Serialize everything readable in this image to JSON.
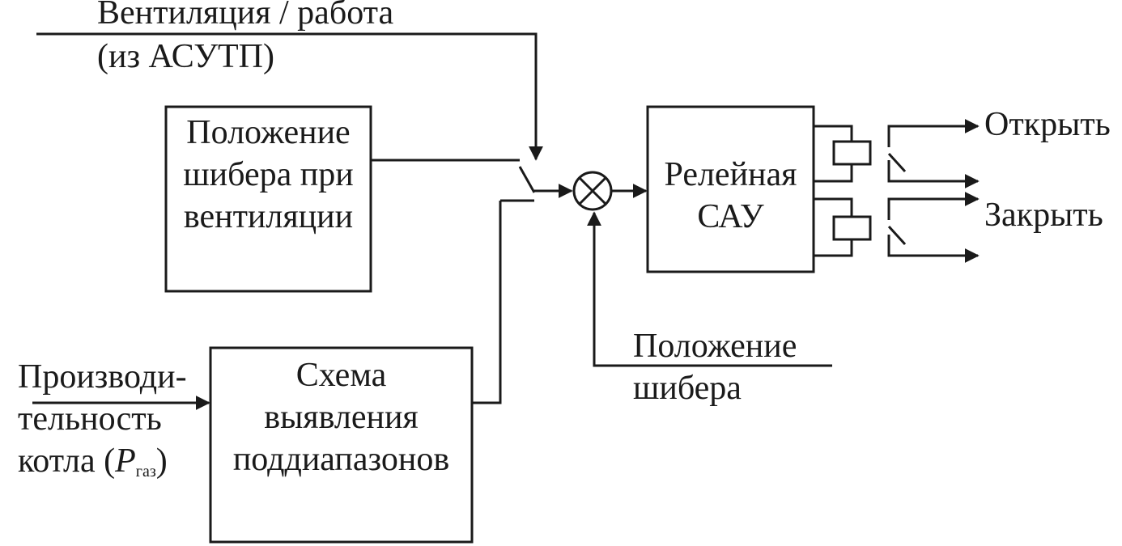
{
  "inputs": {
    "vent_line1": "Вентиляция / работа",
    "vent_line2": "(из АСУТП)",
    "perf_line1": "Производи-",
    "perf_line2": "тельность",
    "perf_line3_prefix": "котла (",
    "perf_line3_symbol": "P",
    "perf_line3_subscript": "газ",
    "perf_line3_suffix": ")",
    "feedback_line1": "Положение",
    "feedback_line2": "шибера"
  },
  "blocks": {
    "damper_vent_line1": "Положение",
    "damper_vent_line2": "шибера при",
    "damper_vent_line3": "вентиляции",
    "subrange_line1": "Схема",
    "subrange_line2": "выявления",
    "subrange_line3": "поддиапазонов",
    "relay_line1": "Релейная",
    "relay_line2": "САУ"
  },
  "outputs": {
    "open": "Открыть",
    "close": "Закрыть"
  }
}
